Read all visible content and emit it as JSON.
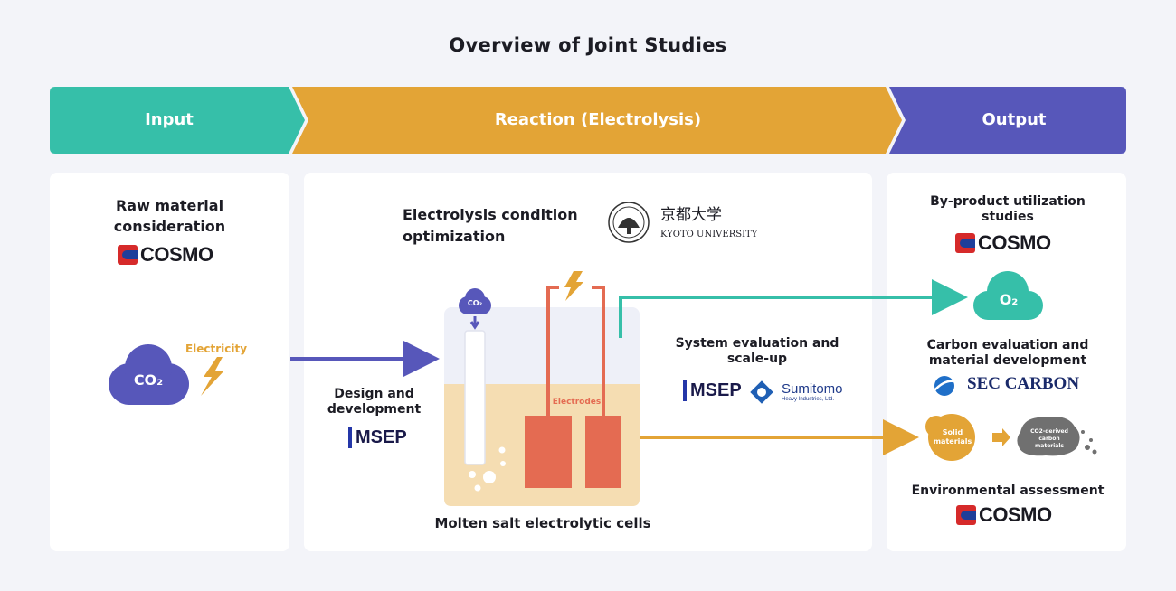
{
  "title": "Overview of Joint Studies",
  "banner": {
    "input": "Input",
    "reaction": "Reaction (Electrolysis)",
    "output": "Output"
  },
  "input_panel": {
    "heading": "Raw material consideration",
    "logo_text": "COSMO",
    "cloud_text": "CO₂",
    "electricity_label": "Electricity"
  },
  "reaction_panel": {
    "heading": "Electrolysis condition optimization",
    "kyoto_name_jp": "京都大学",
    "kyoto_name_en": "KYOTO UNIVERSITY",
    "co2_label": "CO₂",
    "electrodes_label": "Electrodes",
    "design_heading": "Design and development",
    "msep_text": "MSEP",
    "system_heading": "System evaluation and scale-up",
    "msep_text_2": "MSEP",
    "sumitomo_name": "Sumitomo",
    "sumitomo_sub": "Heavy Industries, Ltd.",
    "cell_caption": "Molten salt electrolytic cells"
  },
  "output_panel": {
    "byproduct_heading": "By-product utilization studies",
    "logo_text_1": "COSMO",
    "o2_label": "O₂",
    "carbon_heading": "Carbon evaluation and material development",
    "sec_carbon": "SEC CARBON",
    "solid_label": "Solid materials",
    "derived_label": "CO2-derived carbon materials",
    "env_heading": "Environmental assessment",
    "logo_text_2": "COSMO"
  },
  "colors": {
    "input": "#36bfa9",
    "reaction": "#e3a436",
    "output": "#5757ba",
    "electrode": "#e46b52",
    "electrolyte": "#f5ddb2",
    "gas": "#eef0f8"
  }
}
